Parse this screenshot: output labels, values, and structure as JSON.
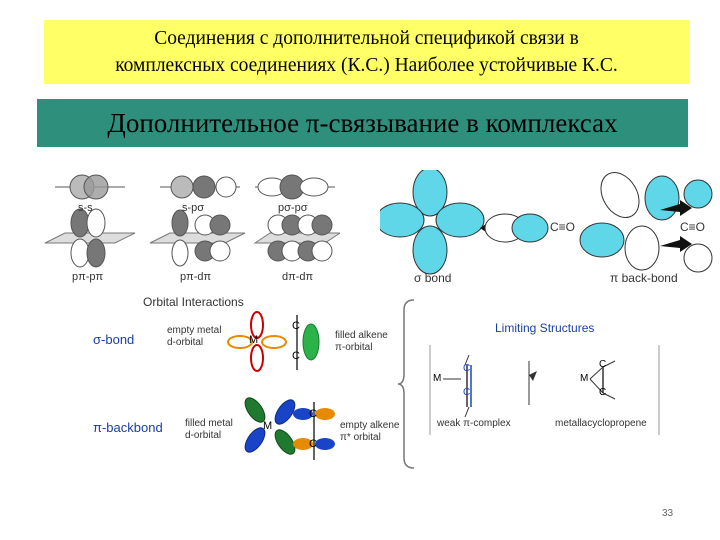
{
  "slide": {
    "title_line1": "Соединения с дополнительной спецификой связи в",
    "title_line2": "комплексных соединениях (К.С.) Наиболее устойчивые К.С.",
    "banner": "Дополнительное π-связывание в комплексах",
    "page_number": "33"
  },
  "orbitals": {
    "labels": [
      "s-s",
      "s-pσ",
      "pσ-pσ",
      "pπ-pπ",
      "pπ-dπ",
      "dπ-dπ"
    ]
  },
  "bonds": {
    "sigma_label": "σ bond",
    "pi_label": "π back-bond",
    "ligand_left": "C≡O",
    "ligand_right": "C≡O"
  },
  "interactions": {
    "heading": "Orbital Interactions",
    "sigma_label": "σ-bond",
    "sigma_metal": [
      "empty metal",
      "d-orbital"
    ],
    "sigma_alkene": [
      "filled alkene",
      "π-orbital"
    ],
    "pi_label": "π-backbond",
    "pi_metal": [
      "filled metal",
      "d-orbital"
    ],
    "pi_alkene": [
      "empty alkene",
      "π* orbital"
    ],
    "metal_symbol": "M",
    "carbon_symbol": "C"
  },
  "limiting": {
    "heading": "Limiting Structures",
    "left_caption": "weak π-complex",
    "right_caption": "metallacyclopropene",
    "metal_symbol": "M",
    "carbon_symbol": "C"
  }
}
